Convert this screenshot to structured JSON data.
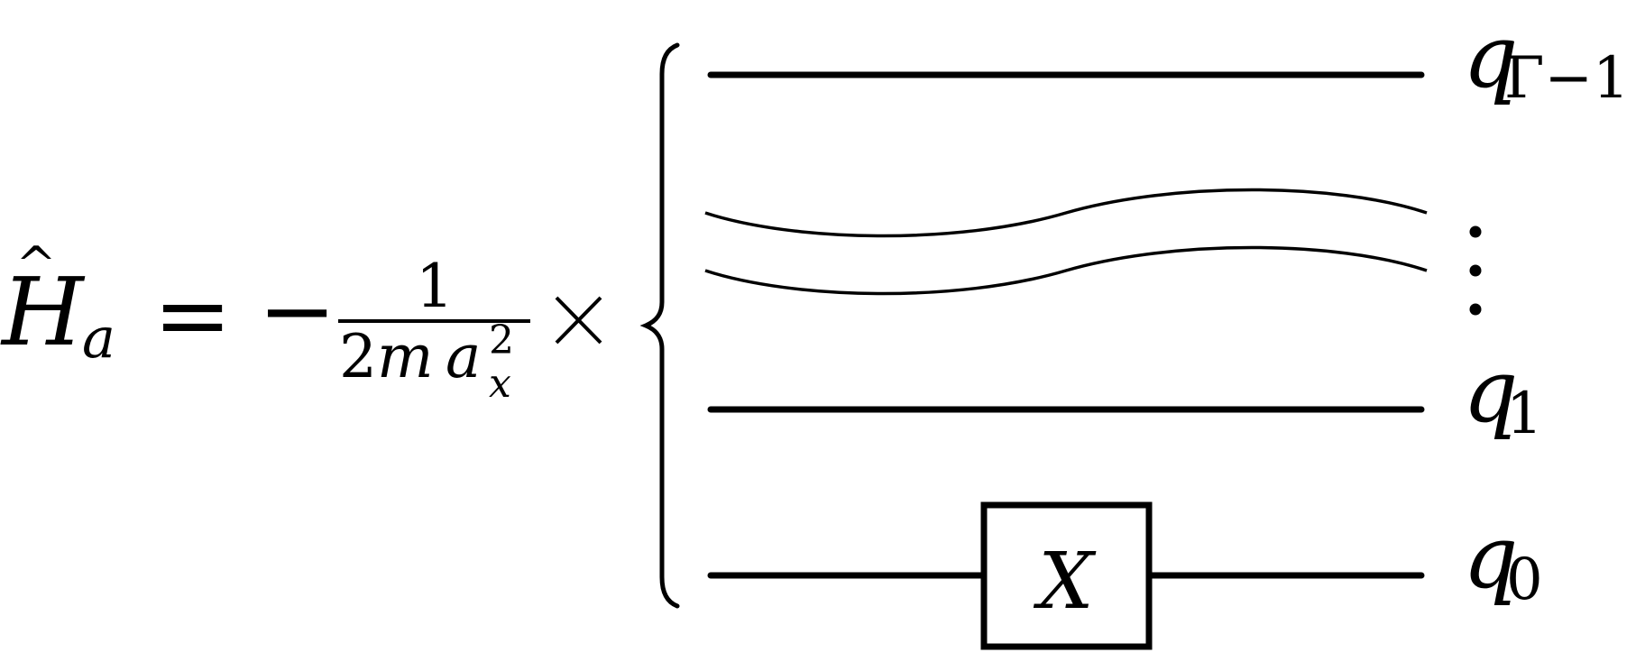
{
  "equation": {
    "lhs_symbol": "H",
    "hat_mark": "^",
    "lhs_subscript": "a",
    "equals": "=",
    "minus": "−",
    "fraction_numerator": "1",
    "fraction_denominator_coeff": "2",
    "fraction_denominator_m": "m",
    "fraction_denominator_a": "a",
    "fraction_denominator_sup": "2",
    "fraction_denominator_sub": "x",
    "times": "×"
  },
  "circuit": {
    "qubit_labels": [
      {
        "symbol": "q",
        "subscript": "Γ−1"
      },
      {
        "symbol": "q",
        "subscript": "1"
      },
      {
        "symbol": "q",
        "subscript": "0"
      }
    ],
    "ellipsis": "⋮",
    "gate": {
      "label": "X",
      "qubit": "q0"
    }
  }
}
